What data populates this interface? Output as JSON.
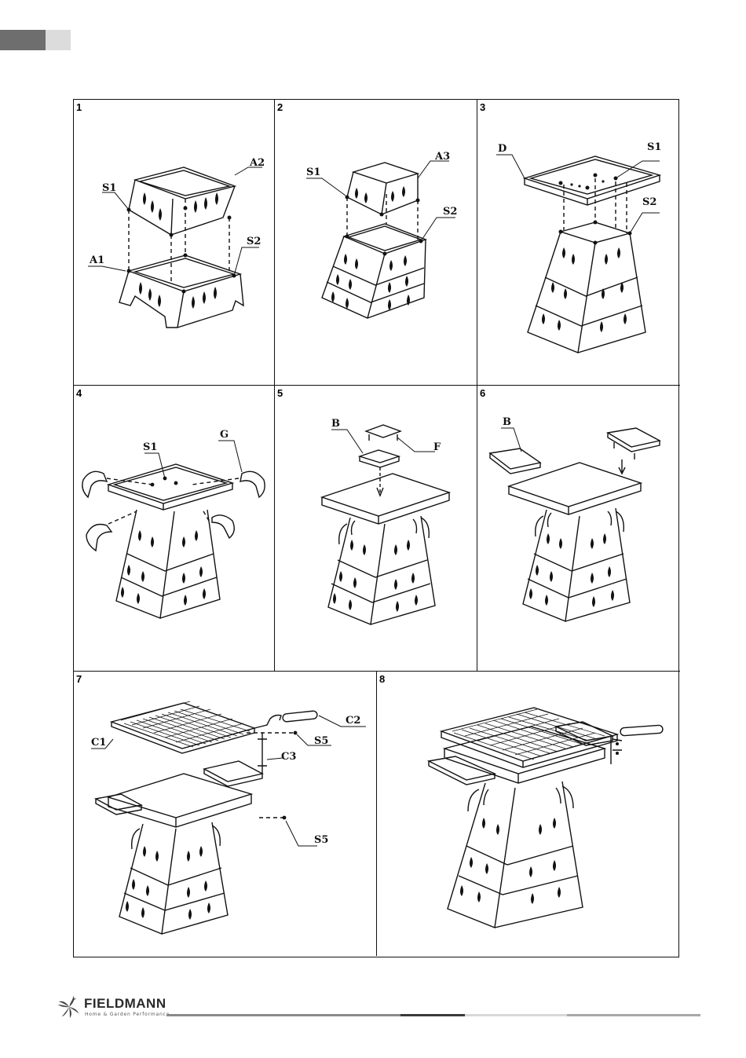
{
  "panels": [
    {
      "number": "1",
      "labels": [
        "A2",
        "S1",
        "S2",
        "A1"
      ]
    },
    {
      "number": "2",
      "labels": [
        "A3",
        "S1",
        "S2"
      ]
    },
    {
      "number": "3",
      "labels": [
        "D",
        "S1",
        "S2"
      ]
    },
    {
      "number": "4",
      "labels": [
        "S1",
        "G"
      ]
    },
    {
      "number": "5",
      "labels": [
        "B",
        "F"
      ]
    },
    {
      "number": "6",
      "labels": [
        "B"
      ]
    },
    {
      "number": "7",
      "labels": [
        "C2",
        "C1",
        "S5",
        "C3",
        "S5"
      ]
    },
    {
      "number": "8",
      "labels": []
    }
  ],
  "footer": {
    "brand": "FIELDMANN",
    "tagline": "Home & Garden Performance",
    "logo_icon": "fan-swirl-icon"
  }
}
